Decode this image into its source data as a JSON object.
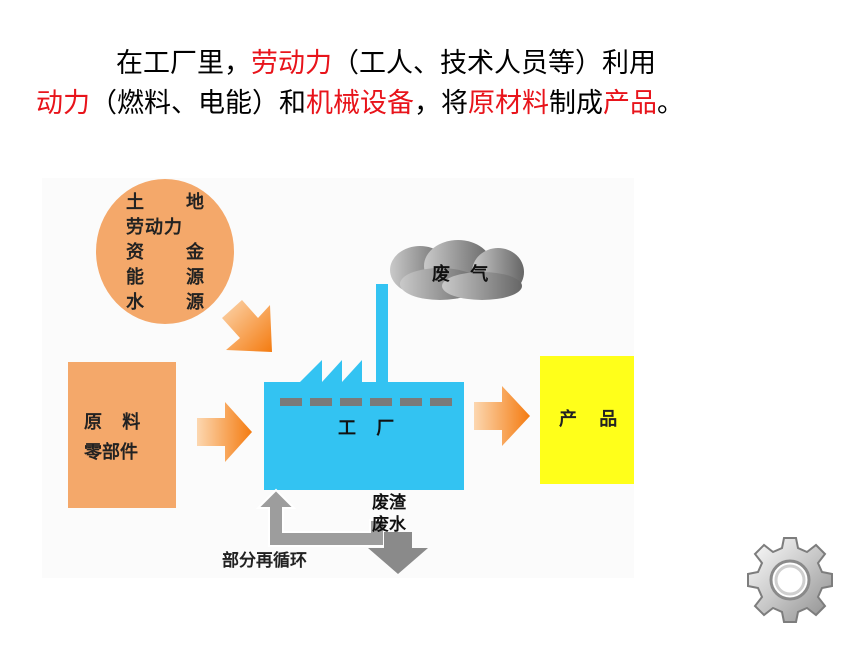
{
  "intro": {
    "line1": [
      {
        "text": "在工厂里，",
        "red": false
      },
      {
        "text": "劳动力",
        "red": true
      },
      {
        "text": "（工人、技术人员等）利用",
        "red": false
      }
    ],
    "line2": [
      {
        "text": "动力",
        "red": true
      },
      {
        "text": "（燃料、电能）和",
        "red": false
      },
      {
        "text": "机械设备",
        "red": true
      },
      {
        "text": "，将",
        "red": false
      },
      {
        "text": "原材料",
        "red": true
      },
      {
        "text": "制成",
        "red": false
      },
      {
        "text": "产品",
        "red": true
      },
      {
        "text": "。",
        "red": false
      }
    ]
  },
  "diagram": {
    "resources": [
      {
        "text": "土 地",
        "type": "pair",
        "a": "土",
        "b": "地"
      },
      {
        "text": "劳动力",
        "type": "full"
      },
      {
        "text": "资 金",
        "type": "pair",
        "a": "资",
        "b": "金"
      },
      {
        "text": "能 源",
        "type": "pair",
        "a": "能",
        "b": "源"
      },
      {
        "text": "水 源",
        "type": "pair",
        "a": "水",
        "b": "源"
      }
    ],
    "raw_materials": {
      "line1": "原 料",
      "line2": "零部件"
    },
    "factory": "工 厂",
    "smoke": "废 气",
    "product": "产 品",
    "waste": {
      "line1": "废渣",
      "line2": "废水"
    },
    "recycle": "部分再循环"
  },
  "colors": {
    "red_text": "#e8141b",
    "orange": "#f4a86a",
    "factory_blue": "#33c3f2",
    "product_yellow": "#ffff1a",
    "gray": "#8a8a8a"
  },
  "icons": {
    "settings": "gear-icon"
  }
}
